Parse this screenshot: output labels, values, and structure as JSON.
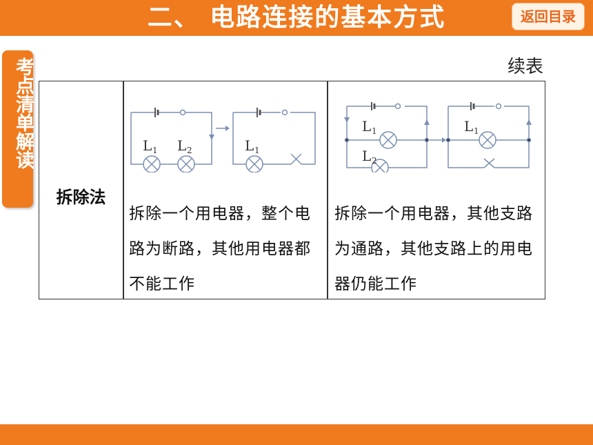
{
  "header": {
    "title": "二、 电路连接的基本方式",
    "back_label": "返回目录"
  },
  "side_tab": {
    "label": "考点清单解读"
  },
  "continued_label": "续表",
  "table": {
    "method": "拆除法",
    "series_description": "拆除一个用电器，整个电路为断路，其他用电器都不能工作",
    "parallel_description": "拆除一个用电器，其他支路为通路，其他支路上的用电器仍能工作"
  },
  "diagrams": {
    "lamp_1_letter": "L",
    "lamp_1_sub": "1",
    "lamp_2_letter": "L",
    "lamp_2_sub": "2"
  },
  "colors": {
    "accent": "#f07a1e",
    "wire": "#7b8fb0",
    "lamp": "#8aa3c7"
  }
}
